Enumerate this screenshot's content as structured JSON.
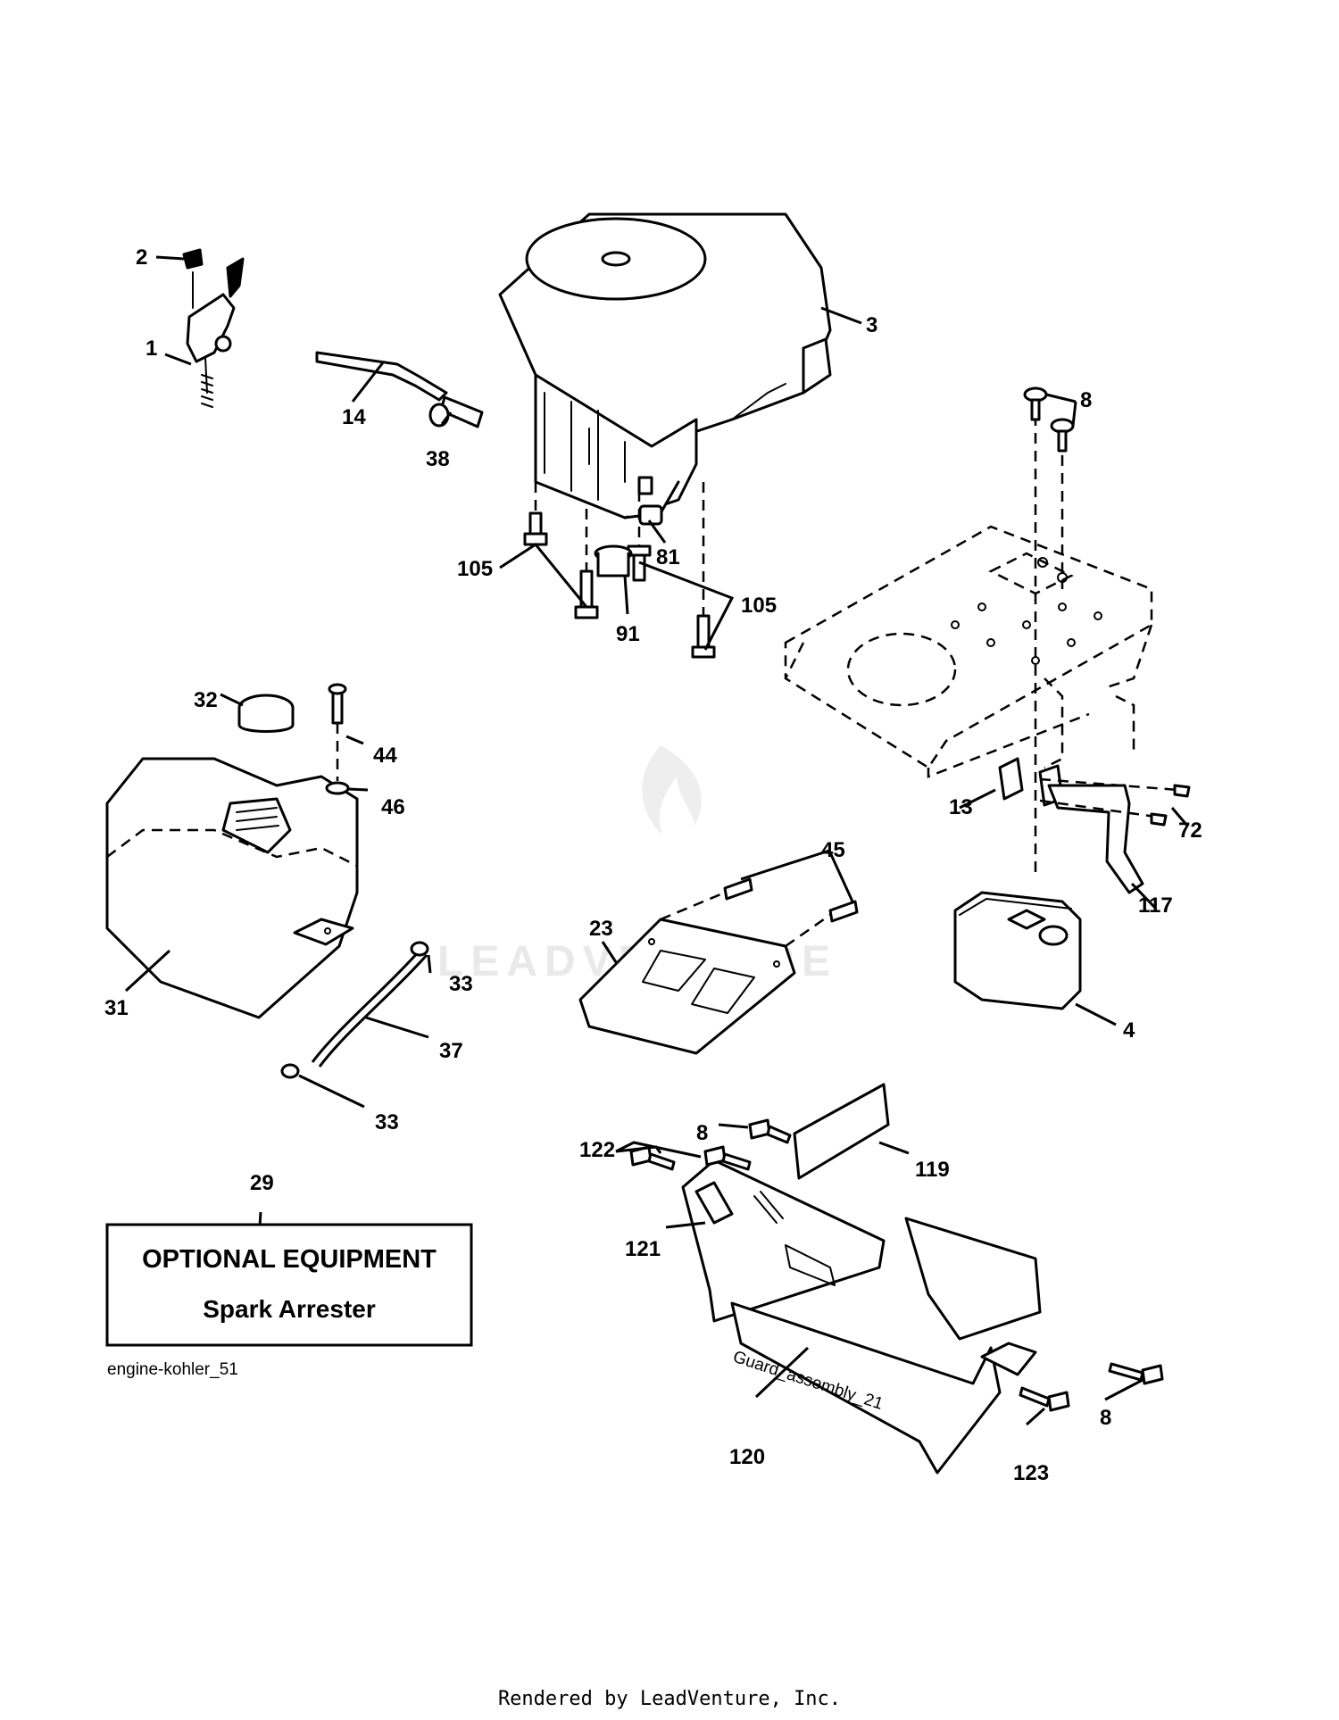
{
  "diagram": {
    "reference_code": "engine-kohler_51",
    "optional_box": {
      "title": "OPTIONAL EQUIPMENT",
      "subtitle": "Spark Arrester"
    },
    "watermark": "LEADVENTURE",
    "footer": "Rendered by LeadVenture, Inc."
  },
  "callouts": {
    "c1": "1",
    "c2": "2",
    "c3": "3",
    "c4": "4",
    "c8a": "8",
    "c8b": "8",
    "c8c": "8",
    "c13": "13",
    "c14": "14",
    "c23": "23",
    "c29": "29",
    "c31": "31",
    "c32": "32",
    "c33a": "33",
    "c33b": "33",
    "c37": "37",
    "c38": "38",
    "c44": "44",
    "c45": "45",
    "c46": "46",
    "c72": "72",
    "c81": "81",
    "c91": "91",
    "c105a": "105",
    "c105b": "105",
    "c117": "117",
    "c119": "119",
    "c120": "120",
    "c121": "121",
    "c122": "122",
    "c123": "123"
  }
}
